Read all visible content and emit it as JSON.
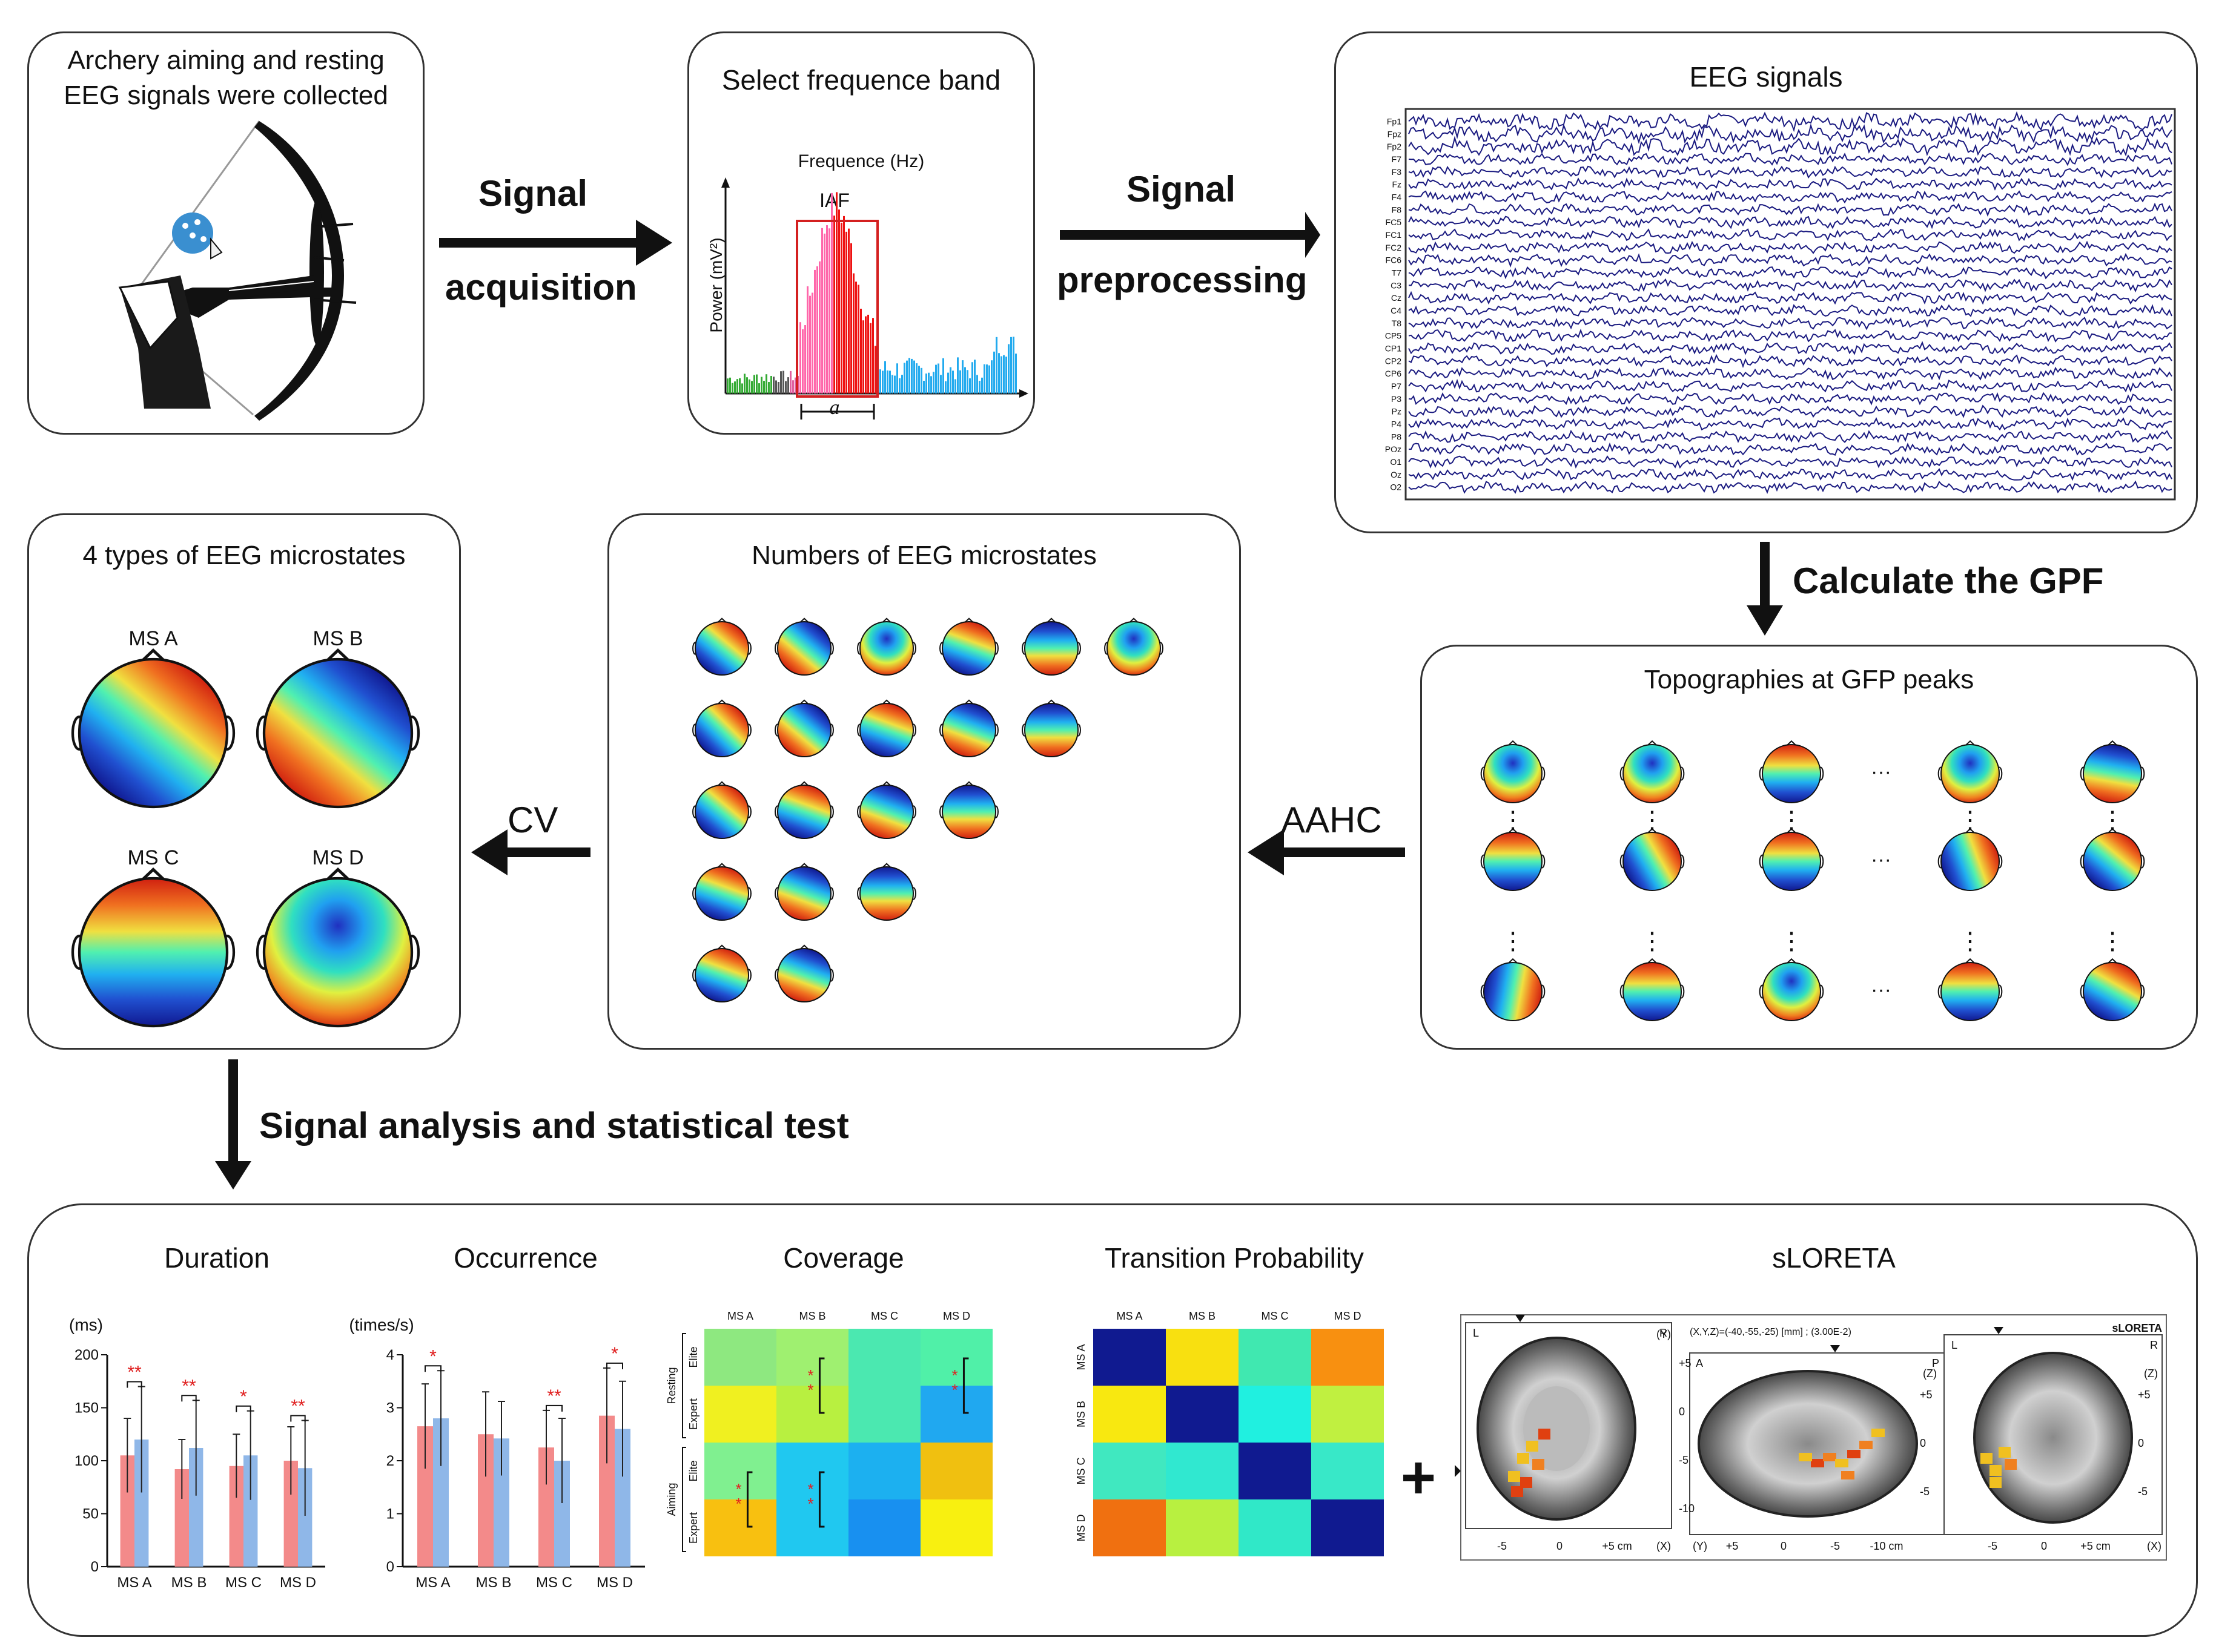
{
  "panels": {
    "acquisition": {
      "title_line1": "Archery aiming and resting",
      "title_line2": "EEG signals were collected"
    },
    "band": {
      "title": "Select  frequence band",
      "axis_title": "Frequence (Hz)",
      "y_label": "Power (mV²)",
      "iaf": "IAF",
      "alpha": "a"
    },
    "eeg": {
      "title": "EEG signals",
      "channels": [
        "Fp1",
        "Fpz",
        "Fp2",
        "F7",
        "F3",
        "Fz",
        "F4",
        "F8",
        "FC5",
        "FC1",
        "FC2",
        "FC6",
        "T7",
        "C3",
        "Cz",
        "C4",
        "T8",
        "CP5",
        "CP1",
        "CP2",
        "CP6",
        "P7",
        "P3",
        "Pz",
        "P4",
        "P8",
        "POz",
        "O1",
        "Oz",
        "O2"
      ]
    },
    "topographies": {
      "title": "Topographies at GFP peaks",
      "hdots": "···",
      "vdots": "⋮"
    },
    "numbers": {
      "title": "Numbers of EEG microstates"
    },
    "types": {
      "title": "4 types of EEG microstates",
      "ms_labels": [
        "MS A",
        "MS B",
        "MS C",
        "MS D"
      ]
    }
  },
  "arrows": {
    "signal_acquisition_1": "Signal",
    "signal_acquisition_2": "acquisition",
    "signal_preprocessing_1": "Signal",
    "signal_preprocessing_2": "preprocessing",
    "calculate_gpf": "Calculate the GPF",
    "aahc": "AAHC",
    "cv": "CV",
    "analysis": "Signal analysis and statistical test"
  },
  "results": {
    "duration": {
      "title": "Duration",
      "unit": "(ms)",
      "yticks": [
        "200",
        "150",
        "100",
        "50",
        "0"
      ]
    },
    "occurrence": {
      "title": "Occurrence",
      "unit": "(times/s)",
      "yticks": [
        "4",
        "3",
        "2",
        "1",
        "0"
      ]
    },
    "coverage": {
      "title": "Coverage",
      "cols": [
        "MS A",
        "MS B",
        "MS C",
        "MS D"
      ],
      "groups": [
        "Resting",
        "Aiming"
      ],
      "rows": [
        "Elite",
        "Expert",
        "Elite",
        "Expert"
      ]
    },
    "transition": {
      "title": "Transition Probability",
      "labels": [
        "MS A",
        "MS B",
        "MS C",
        "MS D"
      ]
    },
    "sloreta": {
      "title": "sLORETA",
      "plus": "+",
      "header": "(X,Y,Z)=(-40,-55,-25) [mm] ; (3.00E-2)",
      "brand": "sLORETA",
      "ticks_axial": [
        "+5",
        "0",
        "-5",
        "-10"
      ],
      "ticks_axial_x": [
        "-5",
        "0",
        "+5 cm"
      ],
      "ticks_sag": [
        "+5",
        "0",
        "-5"
      ],
      "ticks_sag_x": [
        "+5",
        "0",
        "-5",
        "-10 cm"
      ],
      "ticks_cor": [
        "+5",
        "0",
        "-5"
      ],
      "ticks_cor_x": [
        "-5",
        "0",
        "+5 cm"
      ],
      "corner_L": "L",
      "corner_R": "R",
      "corner_A": "A",
      "corner_P": "P",
      "axis_Y": "(Y)",
      "axis_Z": "(Z)",
      "axis_X": "(X)"
    }
  },
  "chart_data": [
    {
      "type": "bar",
      "title": "Duration",
      "ylabel": "(ms)",
      "ylim": [
        0,
        200
      ],
      "categories": [
        "MS A",
        "MS B",
        "MS C",
        "MS D"
      ],
      "series": [
        {
          "values": [
            105,
            92,
            95,
            100
          ]
        },
        {
          "values": [
            120,
            112,
            105,
            93
          ]
        }
      ],
      "errors": [
        [
          35,
          28,
          30,
          32
        ],
        [
          50,
          45,
          42,
          45
        ]
      ],
      "significance": [
        "**",
        "**",
        "*",
        "**"
      ],
      "colors": [
        "#f38a8a",
        "#8fb7e8"
      ]
    },
    {
      "type": "bar",
      "title": "Occurrence",
      "ylabel": "(times/s)",
      "ylim": [
        0,
        4
      ],
      "categories": [
        "MS A",
        "MS B",
        "MS C",
        "MS D"
      ],
      "series": [
        {
          "values": [
            2.65,
            2.5,
            2.25,
            2.85
          ]
        },
        {
          "values": [
            2.8,
            2.42,
            2.0,
            2.6
          ]
        }
      ],
      "errors": [
        [
          0.8,
          0.8,
          0.7,
          0.9
        ],
        [
          0.9,
          0.7,
          0.8,
          0.9
        ]
      ],
      "significance": [
        "*",
        "",
        "**",
        "*"
      ],
      "colors": [
        "#f38a8a",
        "#8fb7e8"
      ]
    }
  ]
}
